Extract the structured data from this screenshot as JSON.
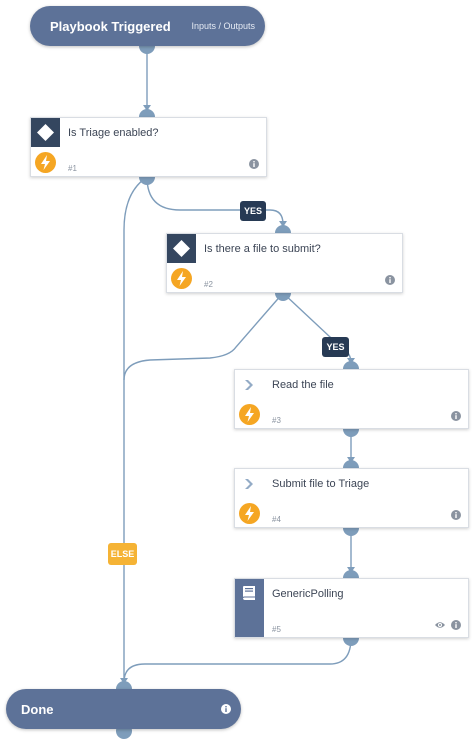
{
  "colors": {
    "node": "#5d7298",
    "connector": "#7e9dbb",
    "condition_icon": "#34465f",
    "yes_tag": "#273a54",
    "else_tag": "#f5b335",
    "bolt": "#f5a623"
  },
  "start": {
    "title": "Playbook Triggered",
    "link": "Inputs / Outputs"
  },
  "tasks": [
    {
      "title": "Is Triage enabled?",
      "number": "#1",
      "kind": "condition"
    },
    {
      "title": "Is there a file to submit?",
      "number": "#2",
      "kind": "condition"
    },
    {
      "title": "Read the file",
      "number": "#3",
      "kind": "automation"
    },
    {
      "title": "Submit file to Triage",
      "number": "#4",
      "kind": "automation"
    },
    {
      "title": "GenericPolling",
      "number": "#5",
      "kind": "playbook"
    }
  ],
  "branch_labels": {
    "yes_1": "YES",
    "yes_2": "YES",
    "else": "ELSE"
  },
  "end": {
    "title": "Done"
  }
}
